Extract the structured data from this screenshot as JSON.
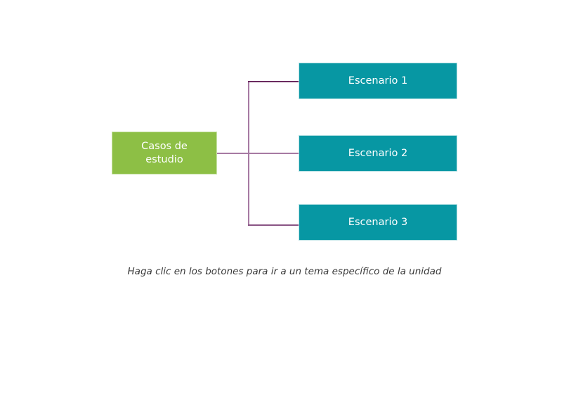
{
  "colors": {
    "root": "#8dbf45",
    "scenario": "#0797a3",
    "connector_horizontal": "#6b2a5f",
    "connector_vertical": "#a67aa3"
  },
  "diagram": {
    "root": {
      "line1": "Casos de",
      "line2": "estudio"
    },
    "scenarios": [
      {
        "label": "Escenario 1"
      },
      {
        "label": "Escenario 2"
      },
      {
        "label": "Escenario 3"
      }
    ]
  },
  "caption": "Haga clic en los botones para ir a un tema específico de la unidad"
}
